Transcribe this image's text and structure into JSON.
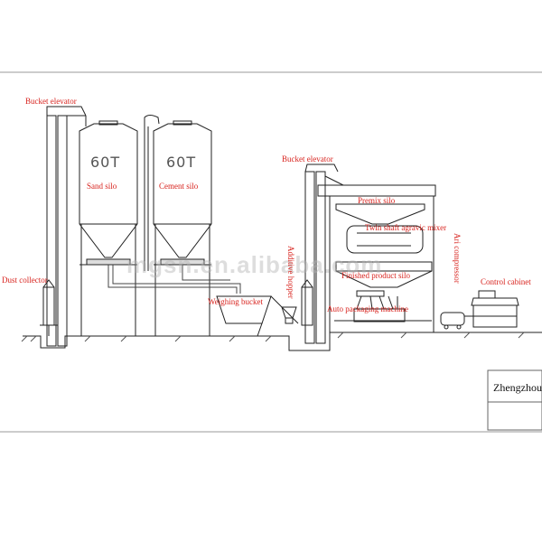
{
  "labels": {
    "bucket_elevator_left": "Bucket elevator",
    "dust_collector": "Dust collector",
    "sand_silo": "Sand silo",
    "cement_silo": "Cement silo",
    "weighing_bucket": "Weighing bucket",
    "additive_hopper": "Additive hopper",
    "bucket_elevator_right": "Bucket elevator",
    "premix_silo": "Premix silo",
    "twin_shaft_mixer": "Twin shaft agravic mixer",
    "finished_product_silo": "Finished product silo",
    "auto_packaging_machine": "Auto packaging machine",
    "air_compressor": "Ari compressor",
    "control_cabinet": "Control cabinet"
  },
  "silo_capacities": {
    "sand": "60T",
    "cement": "60T"
  },
  "title_block": {
    "company": "Zhengzhou"
  },
  "watermark": "mgsn.en.alibaba.com",
  "colors": {
    "label": "#d8231e",
    "line": "#222222"
  }
}
